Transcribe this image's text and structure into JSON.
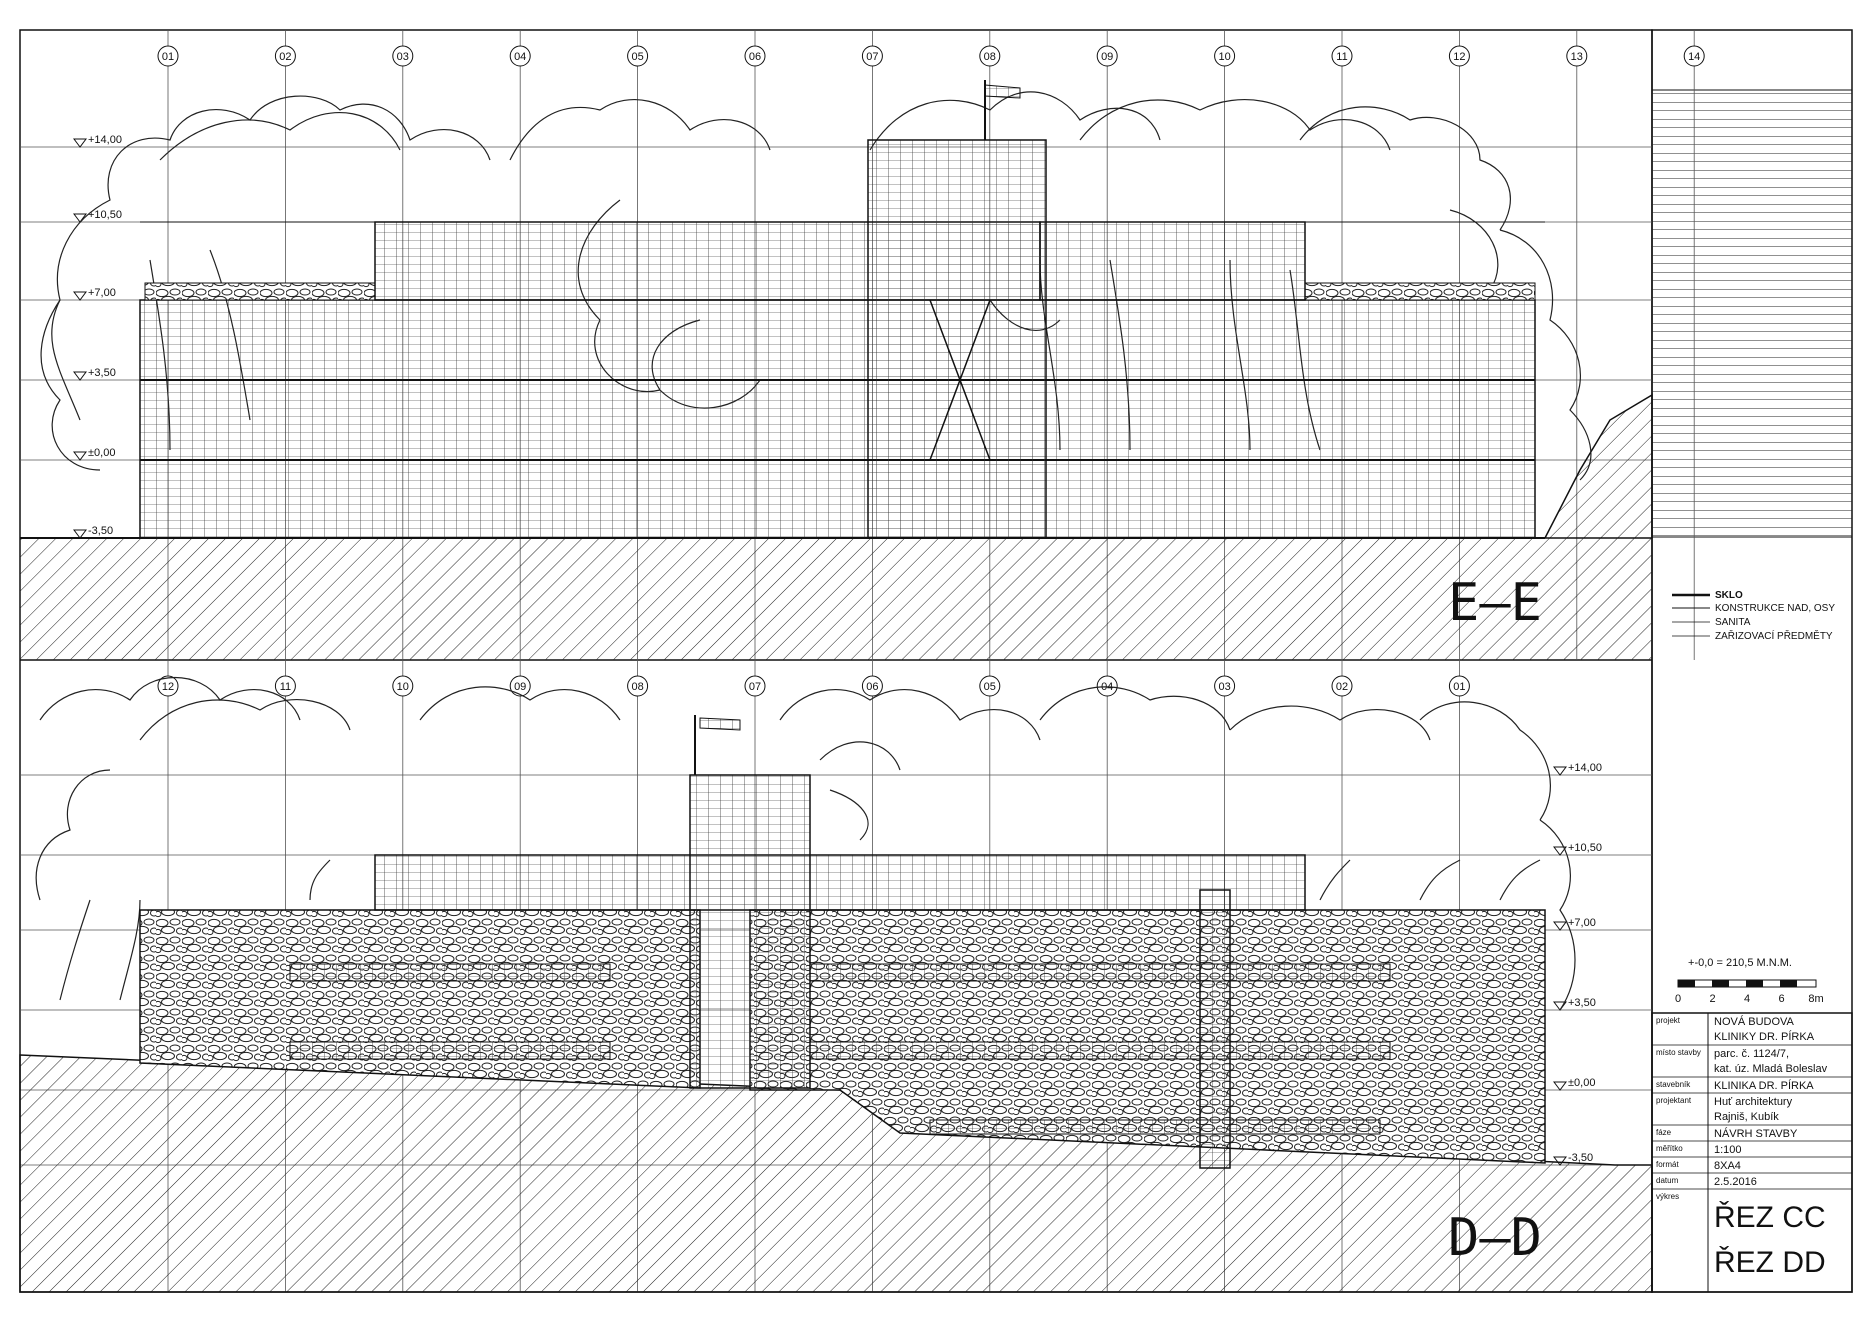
{
  "sections": [
    {
      "label": "E–E",
      "axes": [
        "01",
        "02",
        "03",
        "04",
        "05",
        "06",
        "07",
        "08",
        "09",
        "10",
        "11",
        "12",
        "13",
        "14"
      ],
      "levels": [
        "+14,00",
        "+10,50",
        "+7,00",
        "+3,50",
        "±0,00",
        "-3,50"
      ]
    },
    {
      "label": "D–D",
      "axes": [
        "12",
        "11",
        "10",
        "09",
        "08",
        "07",
        "06",
        "05",
        "04",
        "03",
        "02",
        "01"
      ],
      "levels": [
        "+14,00",
        "+10,50",
        "+7,00",
        "+3,50",
        "±0,00",
        "-3,50"
      ]
    }
  ],
  "legend": [
    {
      "label": "SKLO",
      "bold": true
    },
    {
      "label": "KONSTRUKCE NAD, OSY",
      "bold": false
    },
    {
      "label": "SANITA",
      "bold": false
    },
    {
      "label": "ZAŘIZOVACÍ PŘEDMĚTY",
      "bold": false
    }
  ],
  "scale_bar": {
    "datum": "+-0,0 = 210,5 M.N.M.",
    "ticks": [
      "0",
      "2",
      "4",
      "6",
      "8m"
    ]
  },
  "title_block": [
    {
      "key": "projekt",
      "lines": [
        "NOVÁ BUDOVA",
        "KLINIKY DR. PÍRKA"
      ]
    },
    {
      "key": "místo stavby",
      "lines": [
        "parc. č. 1124/7,",
        "kat. úz. Mladá Boleslav"
      ]
    },
    {
      "key": "stavebník",
      "lines": [
        "KLINIKA DR. PÍRKA"
      ]
    },
    {
      "key": "projektant",
      "lines": [
        "Huť architektury",
        "Rajniš, Kubík"
      ]
    },
    {
      "key": "fáze",
      "lines": [
        "NÁVRH STAVBY"
      ]
    },
    {
      "key": "měřítko",
      "lines": [
        "1:100"
      ]
    },
    {
      "key": "formát",
      "lines": [
        "8XA4"
      ]
    },
    {
      "key": "datum",
      "lines": [
        "2.5.2016"
      ]
    },
    {
      "key": "výkres",
      "lines": [
        "ŘEZ CC",
        "ŘEZ DD"
      ]
    }
  ]
}
